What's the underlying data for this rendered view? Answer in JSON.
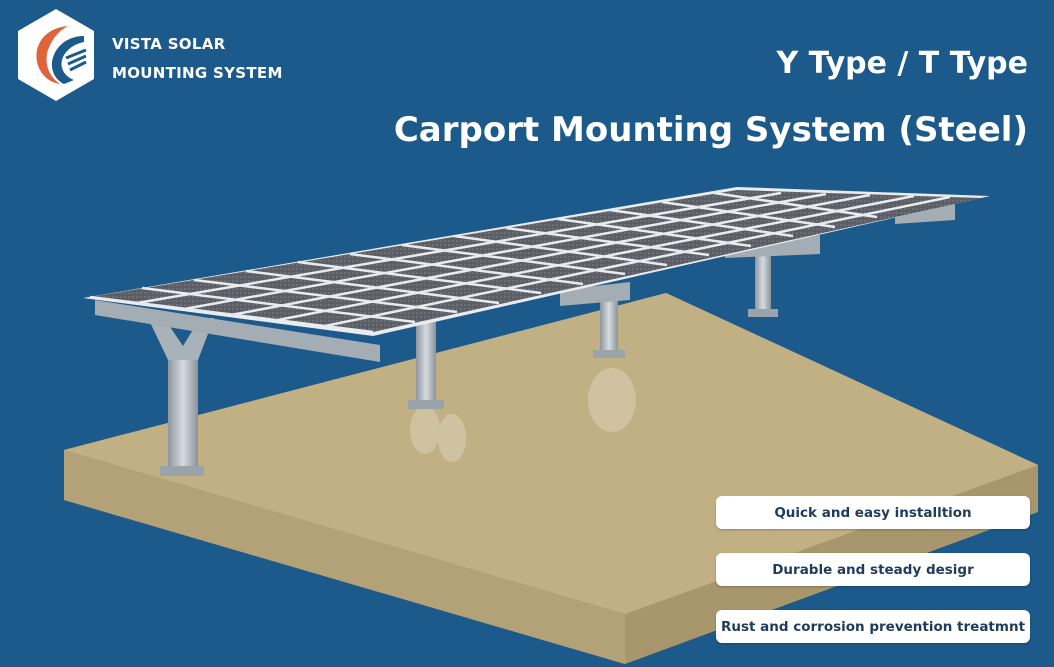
{
  "brand": {
    "line1": "VISTA SOLAR",
    "line2": "MOUNTING SYSTEM"
  },
  "headline": {
    "line1": "Y Type / T Type",
    "line2": "Carport Mounting System (Steel)"
  },
  "features": [
    "Quick and easy installtion",
    "Durable and steady desigr",
    "Rust and corrosion prevention treatmnt"
  ],
  "colors": {
    "background": "#1b5a8a",
    "ground": "#c2b085",
    "panel": "#5a5d63",
    "steel": "#b7bfc7",
    "logo_accent": "#e0643a"
  }
}
